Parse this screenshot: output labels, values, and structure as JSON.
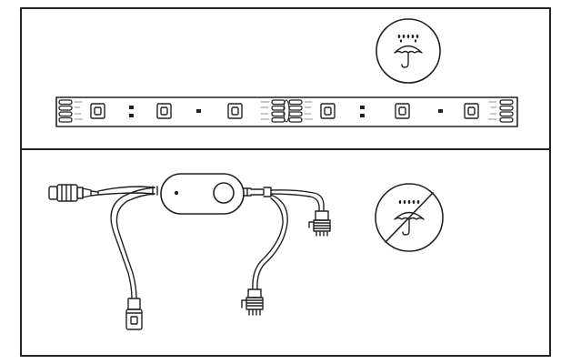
{
  "figure": {
    "upper_panel": {
      "strip": {
        "led_count": 6,
        "resistor_pair_count": 2,
        "resistor_single_count": 2,
        "pad_group_count": 3
      },
      "water_symbol": {
        "icon": "umbrella-rain-icon",
        "state": "allowed"
      }
    },
    "lower_panel": {
      "controller": {
        "icon": "controller-capsule",
        "button_count": 1
      },
      "connectors": [
        "dc-jack-icon",
        "4-pin-connector-icon",
        "4-pin-connector-icon",
        "plug-icon"
      ],
      "water_symbol": {
        "icon": "umbrella-rain-icon",
        "state": "not-allowed"
      }
    },
    "colors": {
      "line": "#222222",
      "background": "#ffffff"
    }
  }
}
